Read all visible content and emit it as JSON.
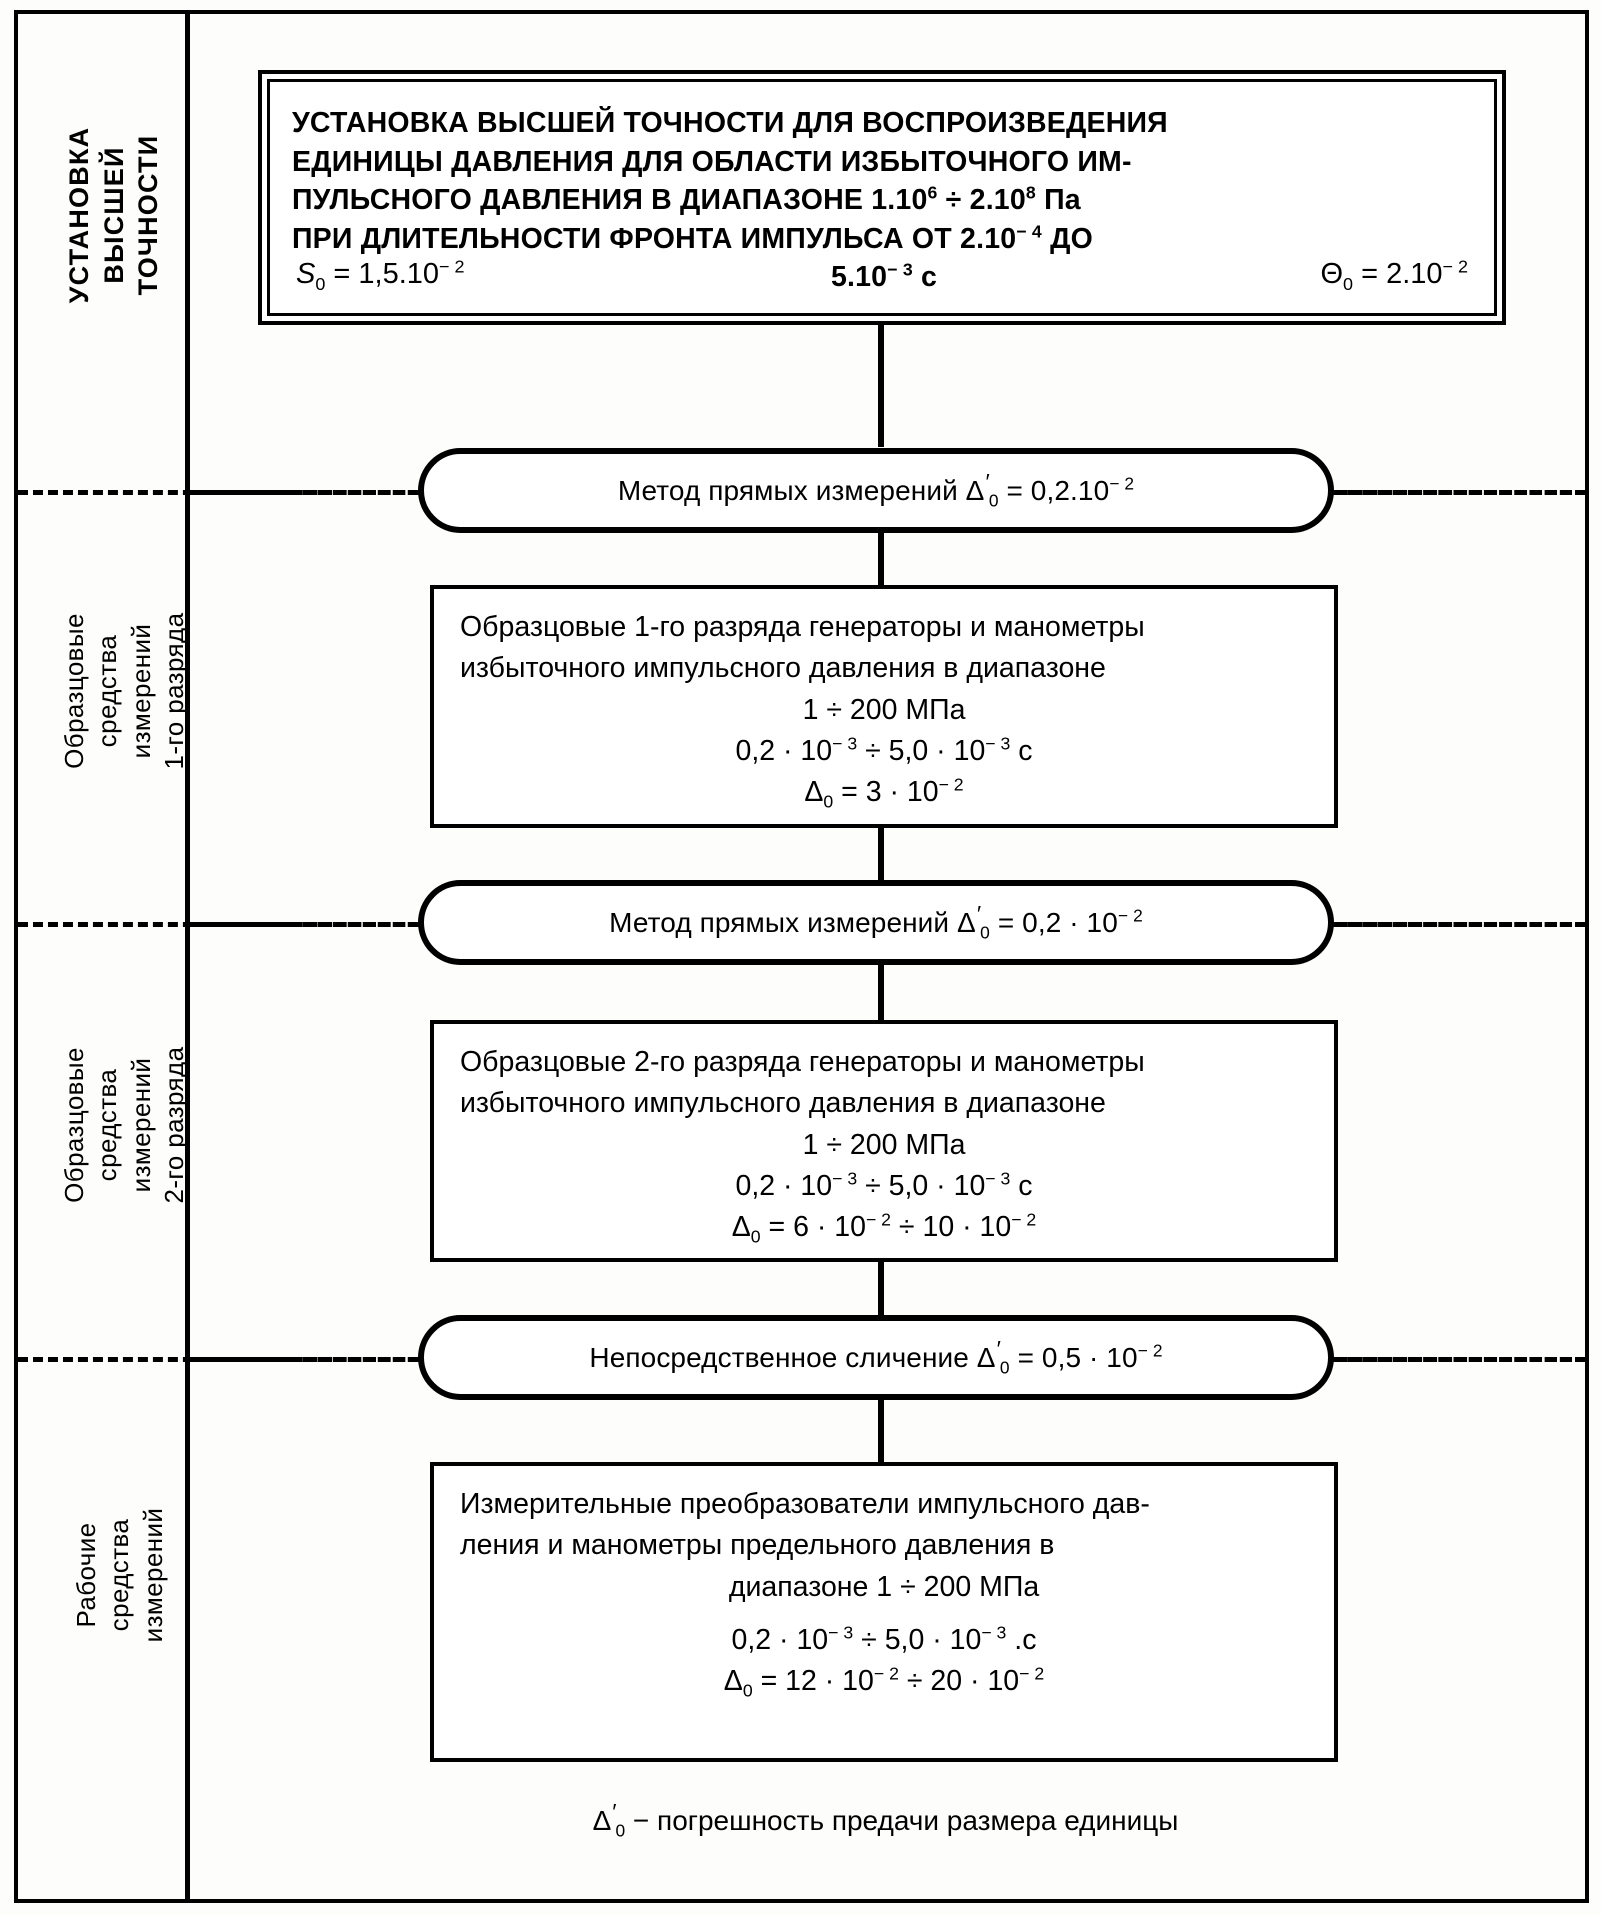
{
  "diagram": {
    "title_vertical_sections": [
      "УСТАНОВКА ВЫСШЕЙ ТОЧНОСТИ",
      "Образцовые средства измерений 1-го разряда",
      "Образцовые средства измерений 2-го разряда",
      "Рабочие средства измерений"
    ]
  },
  "sidebar": {
    "sections": [
      {
        "id": "section-standard",
        "lines": [
          "УСТАНОВКА",
          "ВЫСШЕЙ",
          "ТОЧНОСТИ"
        ]
      },
      {
        "id": "section-rank1",
        "lines": [
          "Образцовые",
          "средства",
          "измерений",
          "1-го разряда"
        ]
      },
      {
        "id": "section-rank2",
        "lines": [
          "Образцовые",
          "средства",
          "измерений",
          "2-го разряда"
        ]
      },
      {
        "id": "section-working",
        "lines": [
          "Рабочие",
          "средства",
          "измерений"
        ]
      }
    ]
  },
  "top_box": {
    "line1": "УСТАНОВКА ВЫСШЕЙ ТОЧНОСТИ  ДЛЯ ВОСПРОИЗВЕДЕНИЯ",
    "line2": "ЕДИНИЦЫ ДАВЛЕНИЯ ДЛЯ ОБЛАСТИ ИЗБЫТОЧНОГО ИМ-",
    "line3_a": "ПУЛЬСНОГО ДАВЛЕНИЯ В ДИАПАЗОНЕ 1.10",
    "line3_sup": "6",
    "line3_b": " ÷ 2.10",
    "line3_sup2": "8",
    "line3_c": " Па",
    "line4_a": "ПРИ ДЛИТЕЛЬНОСТИ ФРОНТА ИМПУЛЬСА ОТ 2.10",
    "line4_sup": "− 4",
    "line4_b": " ДО",
    "line5_a": "5.10",
    "line5_sup": "− 3",
    "line5_b": " с",
    "param_left_sym": "S",
    "param_left_sub": "0",
    "param_left_val_a": " = 1,5.10",
    "param_left_sup": "− 2",
    "param_right_sym": "Θ",
    "param_right_sub": "0",
    "param_right_val_a": " = 2.10",
    "param_right_sup": "− 2"
  },
  "ovals": [
    {
      "id": "oval-direct-1",
      "text_a": "Метод прямых измерений Δ",
      "prime": "′",
      "sub": "0",
      "text_b": " = 0,2.10",
      "sup": "− 2"
    },
    {
      "id": "oval-direct-2",
      "text_a": "Метод прямых измерений Δ",
      "prime": "′",
      "sub": "0",
      "text_b": " = 0,2 · 10",
      "sup": "− 2"
    },
    {
      "id": "oval-comparison",
      "text_a": "Непосредственное сличение Δ",
      "prime": "′",
      "sub": "0",
      "text_b": " = 0,5 · 10",
      "sup": "− 2"
    }
  ],
  "boxes": [
    {
      "id": "box-rank1",
      "l1": "Образцовые 1-го разряда генераторы и манометры",
      "l2": "избыточного импульсного давления в диапазоне",
      "l3": "1 ÷ 200 МПа",
      "l4_a": "0,2 · 10",
      "l4_s1": "− 3",
      "l4_b": " ÷ 5,0 · 10",
      "l4_s2": "− 3",
      "l4_c": " с",
      "l5_sym": "Δ",
      "l5_sub": "0",
      "l5_a": " = 3 · 10",
      "l5_s": "− 2",
      "l5_b": ""
    },
    {
      "id": "box-rank2",
      "l1": "Образцовые 2-го разряда генераторы и манометры",
      "l2": "избыточного импульсного давления в диапазоне",
      "l3": "1 ÷ 200 МПа",
      "l4_a": "0,2 · 10",
      "l4_s1": "− 3",
      "l4_b": " ÷ 5,0 · 10",
      "l4_s2": "− 3",
      "l4_c": " с",
      "l5_sym": "Δ",
      "l5_sub": "0",
      "l5_a": " = 6 · 10",
      "l5_s": "− 2",
      "l5_b": " ÷ 10 · 10",
      "l5_s2": "− 2"
    },
    {
      "id": "box-working",
      "l1": "Измерительные преобразователи импульсного дав-",
      "l2": "ления и манометры предельного давления  в",
      "l3": "диапазоне 1 ÷ 200 МПа",
      "l4_a": "0,2 · 10",
      "l4_s1": "− 3",
      "l4_b": " ÷ 5,0 · 10",
      "l4_s2": "− 3",
      "l4_c": " .с",
      "l5_sym": "Δ",
      "l5_sub": "0",
      "l5_a": " = 12 · 10",
      "l5_s": "− 2",
      "l5_b": " ÷ 20 · 10",
      "l5_s2": "− 2"
    }
  ],
  "footnote": {
    "sym": "Δ",
    "prime": "′",
    "sub": "0",
    "text": "  − погрешность предачи размера единицы"
  }
}
